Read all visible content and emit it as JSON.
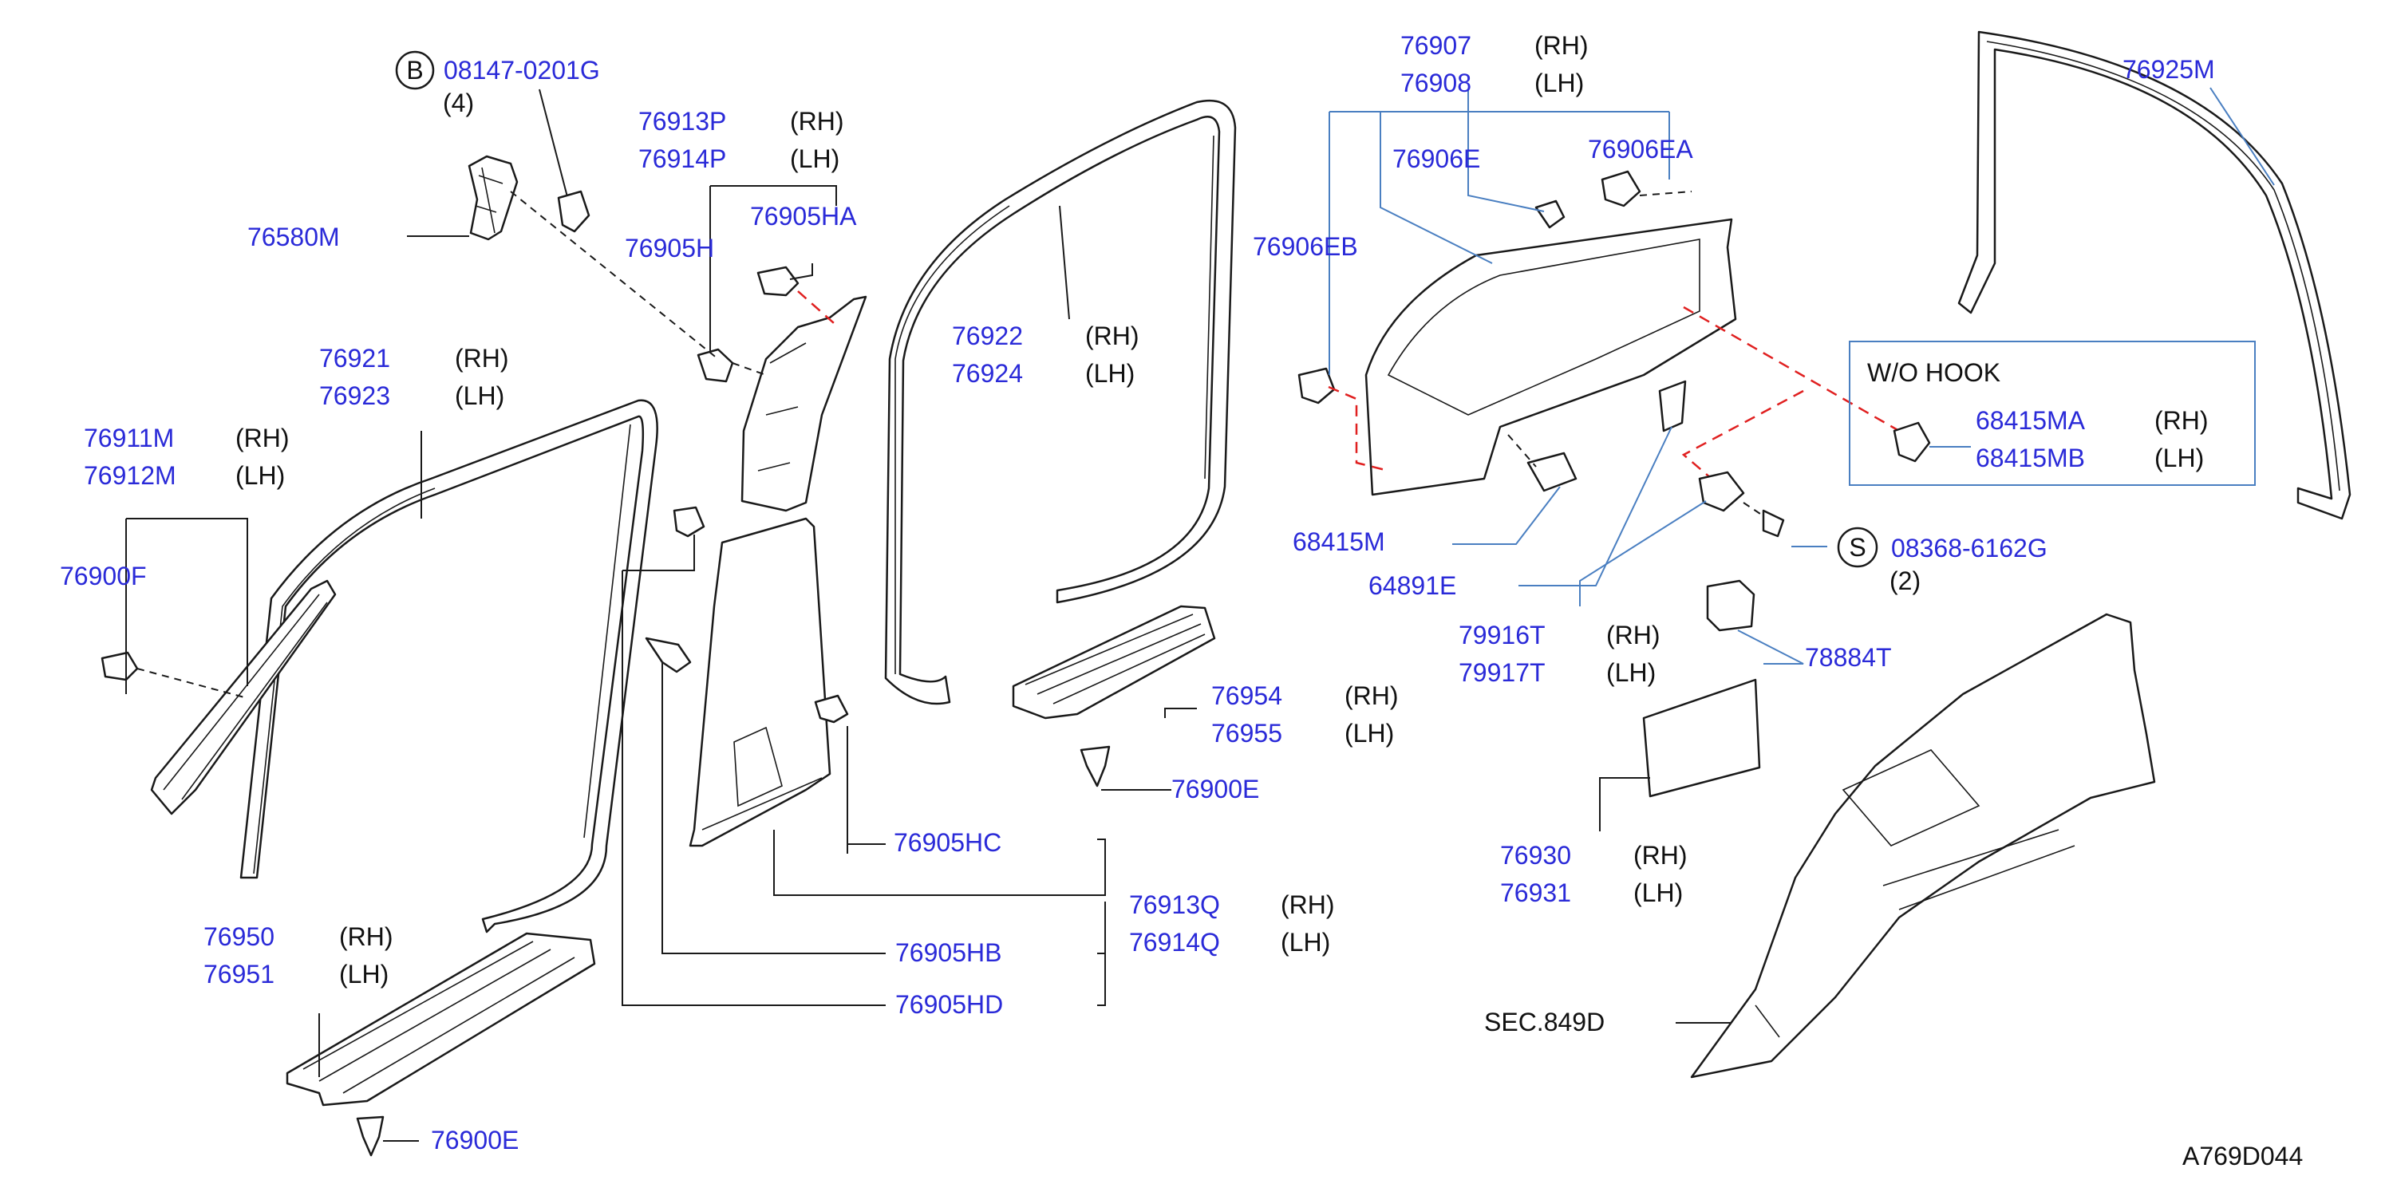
{
  "diagram_code": "A769D044",
  "section_ref": "SEC.849D",
  "callouts": {
    "bolt_b": {
      "symbol": "B",
      "part": "08147-0201G",
      "qty": "(4)"
    },
    "screw_s": {
      "symbol": "S",
      "part": "08368-6162G",
      "qty": "(2)"
    }
  },
  "option_box": {
    "title": "W/O HOOK",
    "parts": [
      {
        "part": "68415MA",
        "side": "(RH)"
      },
      {
        "part": "68415MB",
        "side": "(LH)"
      }
    ]
  },
  "labels": {
    "p76580M": "76580M",
    "p76913P": "76913P",
    "s76913P": "(RH)",
    "p76914P": "76914P",
    "s76914P": "(LH)",
    "p76905HA": "76905HA",
    "p76905H": "76905H",
    "p76921": "76921",
    "s76921": "(RH)",
    "p76923": "76923",
    "s76923": "(LH)",
    "p76911M": "76911M",
    "s76911M": "(RH)",
    "p76912M": "76912M",
    "s76912M": "(LH)",
    "p76900F": "76900F",
    "p76922": "76922",
    "s76922": "(RH)",
    "p76924": "76924",
    "s76924": "(LH)",
    "p76907": "76907",
    "s76907": "(RH)",
    "p76908": "76908",
    "s76908": "(LH)",
    "p76906E": "76906E",
    "p76906EA": "76906EA",
    "p76906EB": "76906EB",
    "p76925M": "76925M",
    "p68415M": "68415M",
    "p64891E": "64891E",
    "p79916T": "79916T",
    "s79916T": "(RH)",
    "p79917T": "79917T",
    "s79917T": "(LH)",
    "p78884T": "78884T",
    "p76954": "76954",
    "s76954": "(RH)",
    "p76955": "76955",
    "s76955": "(LH)",
    "p76900E_r": "76900E",
    "p76905HC": "76905HC",
    "p76913Q": "76913Q",
    "s76913Q": "(RH)",
    "p76914Q": "76914Q",
    "s76914Q": "(LH)",
    "p76905HB": "76905HB",
    "p76905HD": "76905HD",
    "p76950": "76950",
    "s76950": "(RH)",
    "p76951": "76951",
    "s76951": "(LH)",
    "p76900E_l": "76900E",
    "p76930": "76930",
    "s76930": "(RH)",
    "p76931": "76931",
    "s76931": "(LH)"
  },
  "colors": {
    "part_number": "#2a2ad8",
    "leader_blue": "#4a7fc1",
    "dashed_red": "#e02020",
    "ink": "#1a1a1a"
  }
}
